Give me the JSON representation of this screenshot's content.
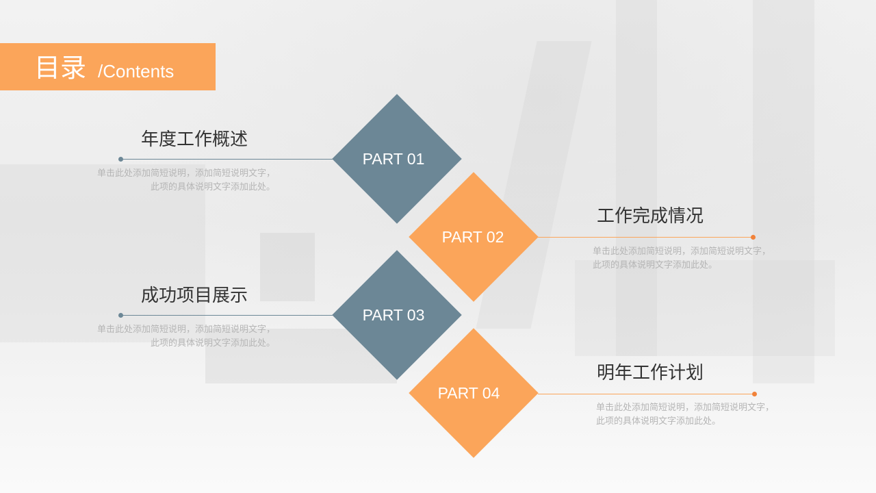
{
  "title": {
    "main": "目录",
    "sub": "/Contents"
  },
  "colors": {
    "accent": "#fba55a",
    "slate": "#6c8796",
    "heading": "#333333",
    "description": "#b5b5b5"
  },
  "items": [
    {
      "part": "PART 01",
      "heading": "年度工作概述",
      "desc_line1": "单击此处添加简短说明，添加简短说明文字，",
      "desc_line2": "此项的具体说明文字添加此处。",
      "color": "slate",
      "side": "left"
    },
    {
      "part": "PART 02",
      "heading": "工作完成情况",
      "desc_line1": "单击此处添加简短说明，添加简短说明文字，",
      "desc_line2": "此项的具体说明文字添加此处。",
      "color": "orange",
      "side": "right"
    },
    {
      "part": "PART 03",
      "heading": "成功项目展示",
      "desc_line1": "单击此处添加简短说明，添加简短说明文字，",
      "desc_line2": "此项的具体说明文字添加此处。",
      "color": "slate",
      "side": "left"
    },
    {
      "part": "PART 04",
      "heading": "明年工作计划",
      "desc_line1": "单击此处添加简短说明，添加简短说明文字，",
      "desc_line2": "此项的具体说明文字添加此处。",
      "color": "orange",
      "side": "right"
    }
  ]
}
